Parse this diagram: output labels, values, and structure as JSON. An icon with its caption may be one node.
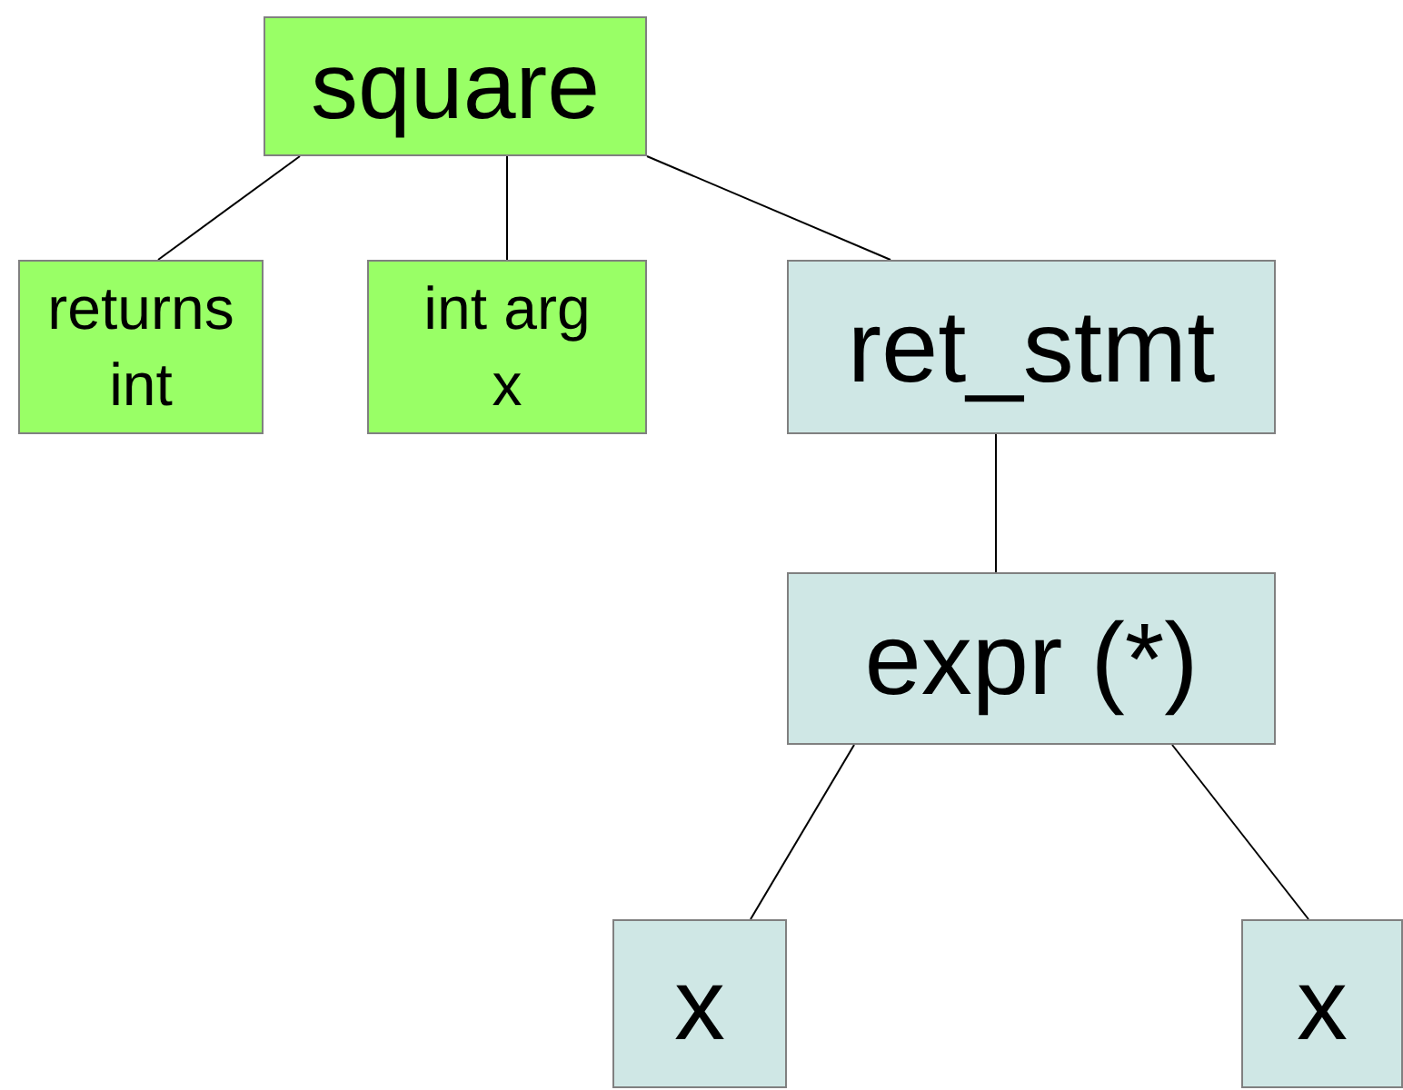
{
  "diagram": {
    "nodes": [
      {
        "text": [
          "square"
        ]
      },
      {
        "text": [
          "returns int"
        ]
      },
      {
        "text": [
          "int arg x"
        ]
      },
      {
        "text": [
          "ret_stmt"
        ]
      },
      {
        "text": [
          "expr (*)"
        ]
      },
      {
        "text": [
          "x"
        ]
      },
      {
        "text": [
          "x"
        ]
      }
    ],
    "edges": [
      {
        "from": 0,
        "to": 1,
        "arrow": "none"
      },
      {
        "from": 0,
        "to": 2,
        "arrow": "none"
      },
      {
        "from": 0,
        "to": 3,
        "arrow": "none"
      },
      {
        "from": 3,
        "to": 4,
        "arrow": "none"
      },
      {
        "from": 4,
        "to": 5,
        "arrow": "none"
      },
      {
        "from": 4,
        "to": 6,
        "arrow": "none"
      }
    ]
  }
}
